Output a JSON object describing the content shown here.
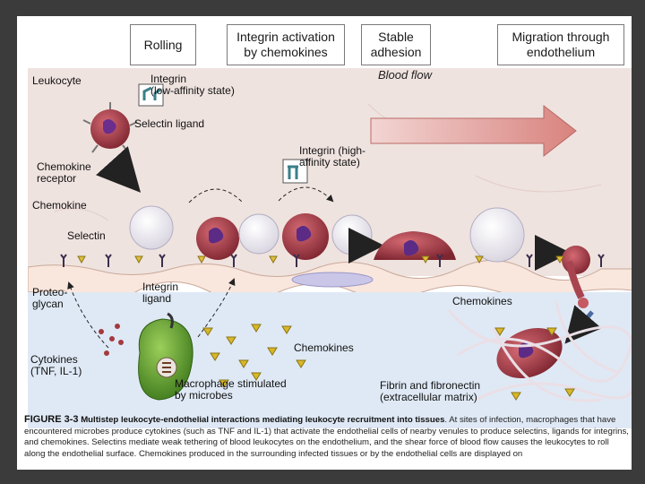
{
  "stages": [
    "Rolling",
    "Integrin activation\nby chemokines",
    "Stable\nadhesion",
    "Migration through\nendothelium"
  ],
  "labels": {
    "leukocyte": "Leukocyte",
    "integrin_low": "Integrin\n(low-affinity state)",
    "selectin_ligand": "Selectin ligand",
    "blood_flow": "Blood flow",
    "integrin_high": "Integrin (high-\naffinity state)",
    "chemokine_receptor": "Chemokine\nreceptor",
    "chemokine": "Chemokine",
    "selectin": "Selectin",
    "proteoglycan": "Proteo-\nglycan",
    "integrin_ligand": "Integrin\nligand",
    "chemokines_right": "Chemokines",
    "cytokines": "Cytokines\n(TNF, IL-1)",
    "chemokines_lower": "Chemokines",
    "macrophage": "Macrophage stimulated\nby microbes",
    "fibrin": "Fibrin and fibronectin\n(extracellular matrix)"
  },
  "caption": {
    "figure": "FIGURE 3-3",
    "title": "Multistep leukocyte-endothelial interactions mediating leukocyte recruitment into tissues",
    "body": "At sites of infection, macrophages that have encountered microbes produce cytokines (such as TNF and IL-1) that activate the endothelial cells of nearby venules to produce selectins, ligands for integrins, and chemokines. Selectins mediate weak tethering of blood leukocytes on the endothelium, and the shear force of blood flow causes the leukocytes to roll along the endothelial surface. Chemokines produced in the surrounding infected tissues or by the endothelial cells are displayed on"
  },
  "colors": {
    "vessel": "#efe2de",
    "tissue": "#dde8f4",
    "endothelium": "#f7e3da",
    "leukocyte": "#9b3640",
    "leukocyte_ghost": "#e9e7ee",
    "nucleus": "#5b2b86",
    "macrophage": "#5a9a2e",
    "chemokine": "#d9b826",
    "arrow_blue": "#4a6aa0",
    "blood_flow": "#d98b86"
  }
}
